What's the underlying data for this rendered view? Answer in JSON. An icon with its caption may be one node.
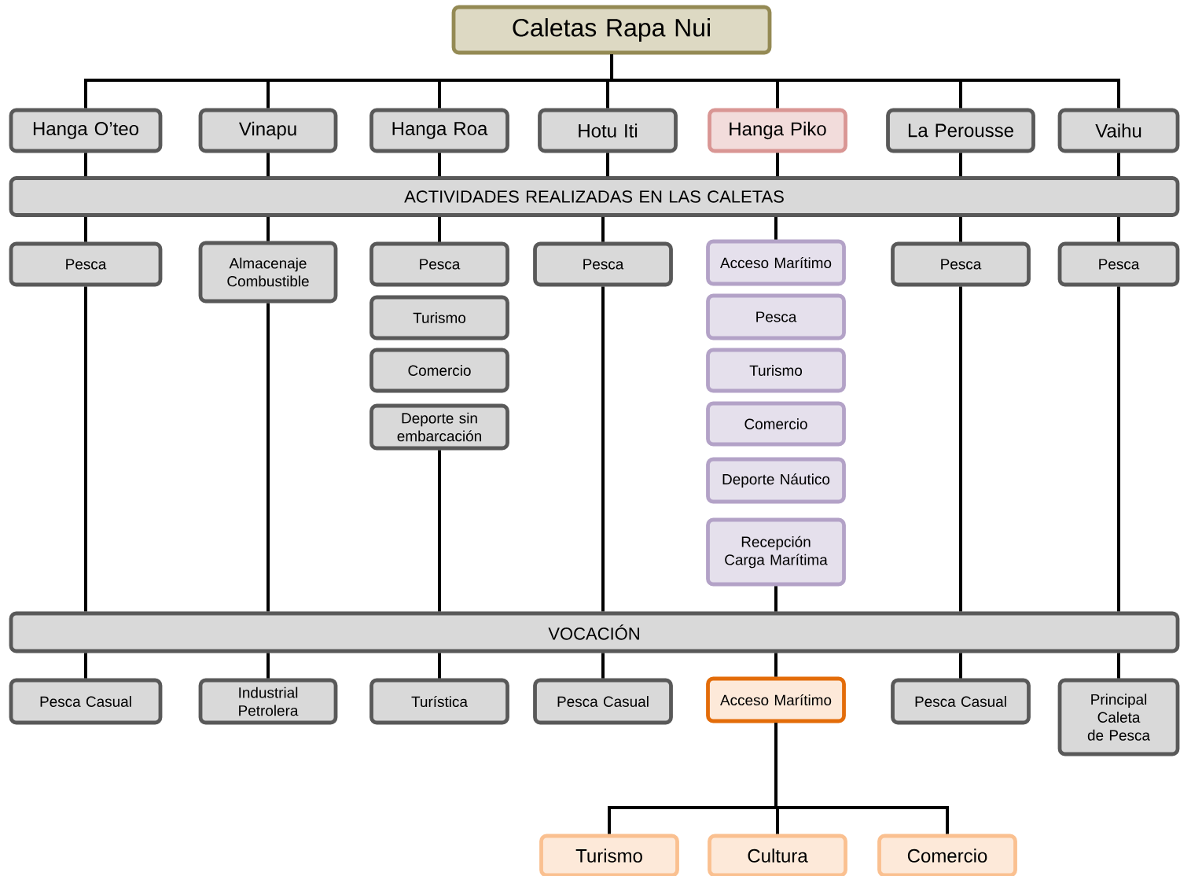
{
  "diagram": {
    "nodes": [
      {
        "text": [
          "Caletas Rapa Nui"
        ]
      },
      {
        "text": [
          "Hanga O’teo"
        ]
      },
      {
        "text": [
          "Vinapu"
        ]
      },
      {
        "text": [
          "Hanga Roa"
        ]
      },
      {
        "text": [
          "Hotu Iti"
        ]
      },
      {
        "text": [
          "Hanga Piko"
        ]
      },
      {
        "text": [
          "La Perousse"
        ]
      },
      {
        "text": [
          "Vaihu"
        ]
      },
      {
        "text": [
          "ACTIVIDADES REALIZADAS EN LAS CALETAS"
        ]
      },
      {
        "text": [
          "Pesca"
        ]
      },
      {
        "text": [
          "Almacenaje Combustible"
        ]
      },
      {
        "text": [
          "Pesca"
        ]
      },
      {
        "text": [
          "Turismo"
        ]
      },
      {
        "text": [
          "Comercio"
        ]
      },
      {
        "text": [
          "Deporte sin embarcación"
        ]
      },
      {
        "text": [
          "Pesca"
        ]
      },
      {
        "text": [
          "Acceso Marítimo"
        ]
      },
      {
        "text": [
          "Pesca"
        ]
      },
      {
        "text": [
          "Turismo"
        ]
      },
      {
        "text": [
          "Comercio"
        ]
      },
      {
        "text": [
          "Deporte Náutico"
        ]
      },
      {
        "text": [
          "Recepción Carga Marítima"
        ]
      },
      {
        "text": [
          "Pesca"
        ]
      },
      {
        "text": [
          "Pesca"
        ]
      },
      {
        "text": [
          "VOCACIÓN"
        ]
      },
      {
        "text": [
          "Pesca Casual"
        ]
      },
      {
        "text": [
          "Industrial Petrolera"
        ]
      },
      {
        "text": [
          "Turística"
        ]
      },
      {
        "text": [
          "Pesca Casual"
        ]
      },
      {
        "text": [
          "Acceso Marítimo"
        ]
      },
      {
        "text": [
          "Pesca Casual"
        ]
      },
      {
        "text": [
          "Principal Caleta de Pesca"
        ]
      },
      {
        "text": [
          "Turismo"
        ]
      },
      {
        "text": [
          "Cultura"
        ]
      },
      {
        "text": [
          "Comercio"
        ]
      }
    ],
    "edges": [
      {
        "from": 0,
        "to": 1,
        "arrow": "none"
      },
      {
        "from": 0,
        "to": 2,
        "arrow": "none"
      },
      {
        "from": 0,
        "to": 3,
        "arrow": "none"
      },
      {
        "from": 0,
        "to": 4,
        "arrow": "none"
      },
      {
        "from": 0,
        "to": 5,
        "arrow": "none"
      },
      {
        "from": 0,
        "to": 6,
        "arrow": "none"
      },
      {
        "from": 0,
        "to": 7,
        "arrow": "none"
      },
      {
        "from": 1,
        "to": 8,
        "arrow": "none"
      },
      {
        "from": 2,
        "to": 8,
        "arrow": "none"
      },
      {
        "from": 3,
        "to": 8,
        "arrow": "none"
      },
      {
        "from": 4,
        "to": 8,
        "arrow": "none"
      },
      {
        "from": 5,
        "to": 8,
        "arrow": "none"
      },
      {
        "from": 6,
        "to": 8,
        "arrow": "none"
      },
      {
        "from": 7,
        "to": 8,
        "arrow": "none"
      },
      {
        "from": 8,
        "to": 9,
        "arrow": "none"
      },
      {
        "from": 8,
        "to": 10,
        "arrow": "none"
      },
      {
        "from": 8,
        "to": 11,
        "arrow": "none"
      },
      {
        "from": 8,
        "to": 15,
        "arrow": "none"
      },
      {
        "from": 8,
        "to": 16,
        "arrow": "none"
      },
      {
        "from": 8,
        "to": 22,
        "arrow": "none"
      },
      {
        "from": 8,
        "to": 23,
        "arrow": "none"
      },
      {
        "from": 9,
        "to": 24,
        "arrow": "none"
      },
      {
        "from": 10,
        "to": 24,
        "arrow": "none"
      },
      {
        "from": 14,
        "to": 24,
        "arrow": "none"
      },
      {
        "from": 15,
        "to": 24,
        "arrow": "none"
      },
      {
        "from": 21,
        "to": 24,
        "arrow": "none"
      },
      {
        "from": 22,
        "to": 24,
        "arrow": "none"
      },
      {
        "from": 23,
        "to": 24,
        "arrow": "none"
      },
      {
        "from": 24,
        "to": 25,
        "arrow": "none"
      },
      {
        "from": 24,
        "to": 26,
        "arrow": "none"
      },
      {
        "from": 24,
        "to": 27,
        "arrow": "none"
      },
      {
        "from": 24,
        "to": 28,
        "arrow": "none"
      },
      {
        "from": 24,
        "to": 29,
        "arrow": "none"
      },
      {
        "from": 24,
        "to": 30,
        "arrow": "none"
      },
      {
        "from": 24,
        "to": 31,
        "arrow": "none"
      },
      {
        "from": 29,
        "to": 32,
        "arrow": "none"
      },
      {
        "from": 29,
        "to": 33,
        "arrow": "none"
      },
      {
        "from": 29,
        "to": 34,
        "arrow": "none"
      }
    ]
  }
}
